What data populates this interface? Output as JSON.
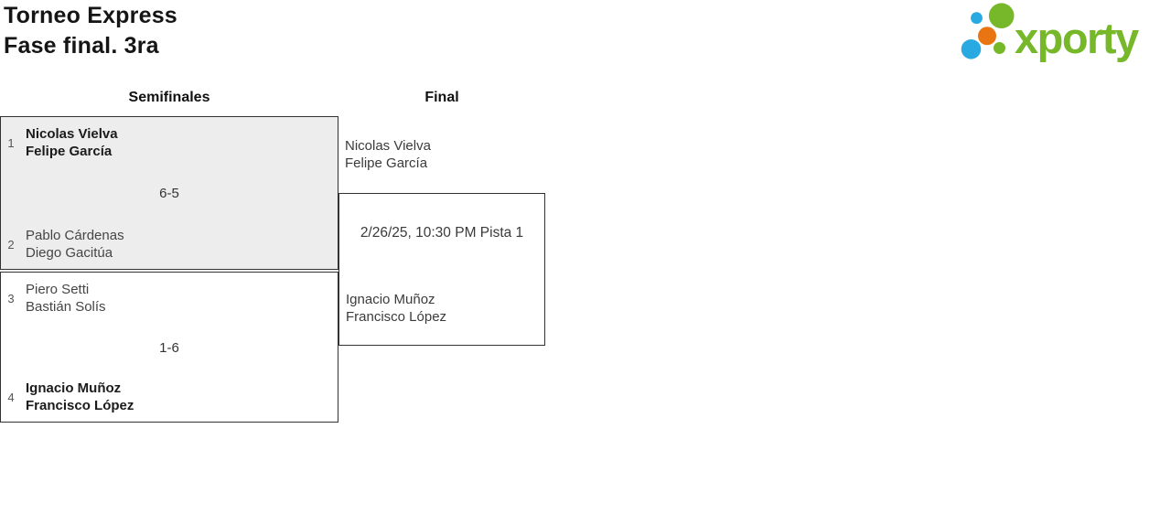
{
  "header": {
    "title": "Torneo Express",
    "subtitle": "Fase final. 3ra"
  },
  "logo": {
    "text": "xporty",
    "accent_green": "#76b82a",
    "dot_blue": "#29a9e1",
    "dot_orange": "#e87511",
    "dot_green": "#76b82a"
  },
  "bracket": {
    "rounds": [
      {
        "label": "Semifinales"
      },
      {
        "label": "Final"
      }
    ],
    "semifinals": [
      {
        "top": {
          "seed": "1",
          "players": [
            "Nicolas Vielva",
            "Felipe García"
          ],
          "winner": true
        },
        "score": "6-5",
        "bottom": {
          "seed": "2",
          "players": [
            "Pablo Cárdenas",
            "Diego Gacitúa"
          ],
          "winner": false
        }
      },
      {
        "top": {
          "seed": "3",
          "players": [
            "Piero Setti",
            "Bastián Solís"
          ],
          "winner": false
        },
        "score": "1-6",
        "bottom": {
          "seed": "4",
          "players": [
            "Ignacio Muñoz",
            "Francisco López"
          ],
          "winner": true
        }
      }
    ],
    "final": {
      "top": {
        "players": [
          "Nicolas Vielva",
          "Felipe García"
        ]
      },
      "schedule": "2/26/25, 10:30 PM Pista 1",
      "bottom": {
        "players": [
          "Ignacio Muñoz",
          "Francisco López"
        ]
      }
    }
  },
  "colors": {
    "match_highlight_bg": "#ededed",
    "box_border": "#333333"
  }
}
